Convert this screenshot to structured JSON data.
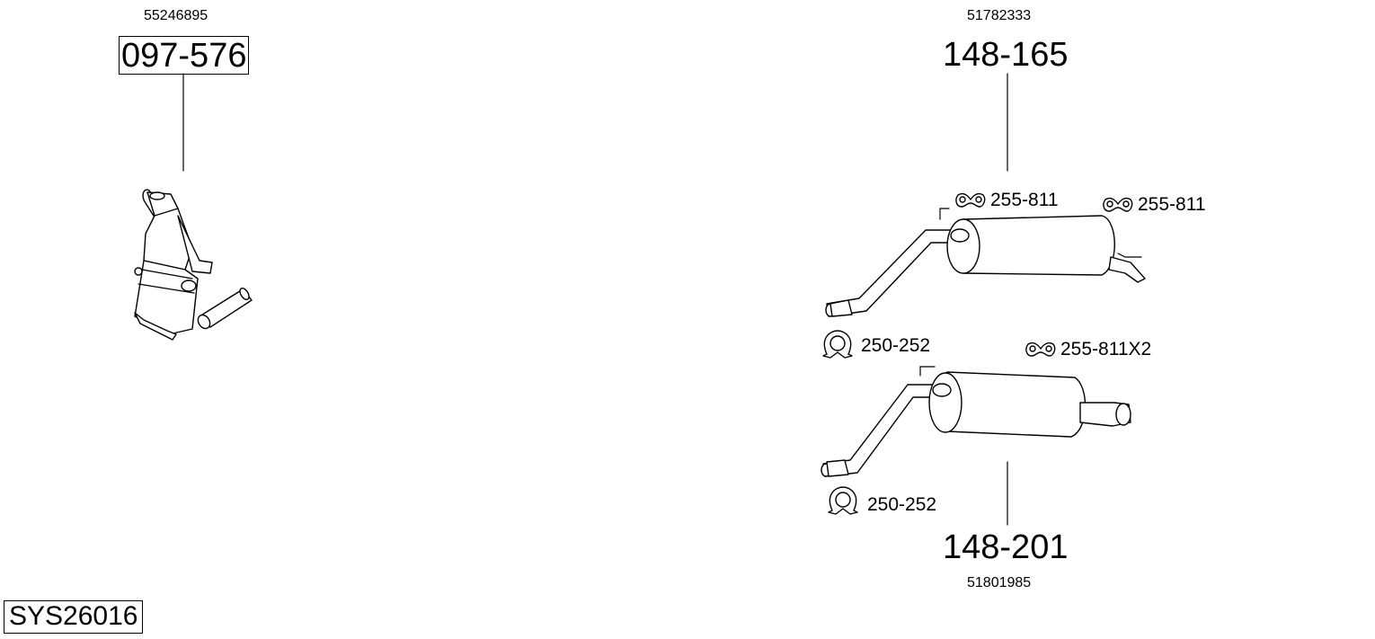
{
  "diagram": {
    "system_code": "SYS26016",
    "parts": [
      {
        "part_number": "097-576",
        "oem_number": "55246895",
        "icon": "catalytic-converter-icon"
      },
      {
        "part_number": "148-165",
        "oem_number": "51782333",
        "icon": "rear-silencer-icon"
      },
      {
        "part_number": "148-201",
        "oem_number": "51801985",
        "icon": "rear-silencer-twin-tip-icon"
      }
    ],
    "accessories": [
      {
        "label": "255-811",
        "icon": "rubber-hanger-icon"
      },
      {
        "label": "255-811",
        "icon": "rubber-hanger-icon"
      },
      {
        "label": "250-252",
        "icon": "pipe-clamp-icon"
      },
      {
        "label": "255-811X2",
        "icon": "rubber-hanger-icon"
      },
      {
        "label": "250-252",
        "icon": "pipe-clamp-icon"
      }
    ]
  }
}
